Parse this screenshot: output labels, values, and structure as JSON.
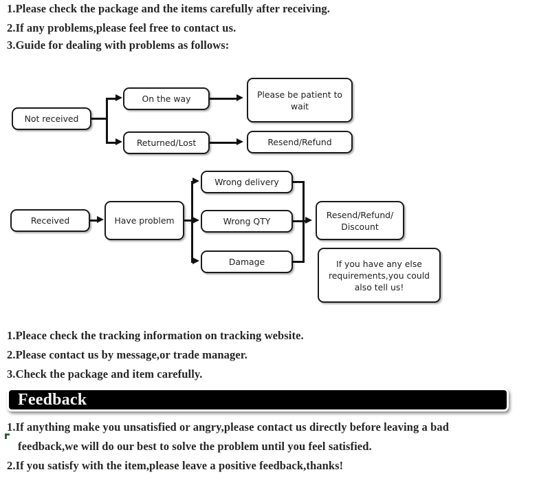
{
  "top_notes": [
    "1.Please check the package and the items carefully after receiving.",
    "2.If any problems,please feel free to contact us.",
    "3.Guide for dealing with problems as follows:"
  ],
  "flowchart_not_received": {
    "nodes": {
      "start": "Not received",
      "branch_a": "On the way",
      "branch_b": "Returned/Lost",
      "result_a": "Please be patient to wait",
      "result_b": "Resend/Refund"
    }
  },
  "flowchart_received": {
    "nodes": {
      "start": "Received",
      "problem": "Have problem",
      "issue_1": "Wrong delivery",
      "issue_2": "Wrong QTY",
      "issue_3": "Damage",
      "result": "Resend/Refund/ Discount",
      "extra_note": "If you have any else requirements,you could also tell us!"
    }
  },
  "middle_notes": [
    "1.Pleace check the tracking information on tracking website.",
    "2.Please contact us by message,or trade manager.",
    "3.Check the package and item carefully."
  ],
  "feedback": {
    "banner_title": "Feedback",
    "lines": [
      "1.If anything make you unsatisfied or angry,please contact us directly before leaving a bad",
      "feedback,we will do our best to solve the problem until you feel satisfied.",
      "2.If you satisfy with the item,please leave a positive feedback,thanks!"
    ]
  },
  "colors": {
    "banner_background": "#000000",
    "banner_text": "#f7f7f7",
    "node_border": "#1a1a1a",
    "text": "#262523",
    "artifact_green": "#2f5d33"
  }
}
